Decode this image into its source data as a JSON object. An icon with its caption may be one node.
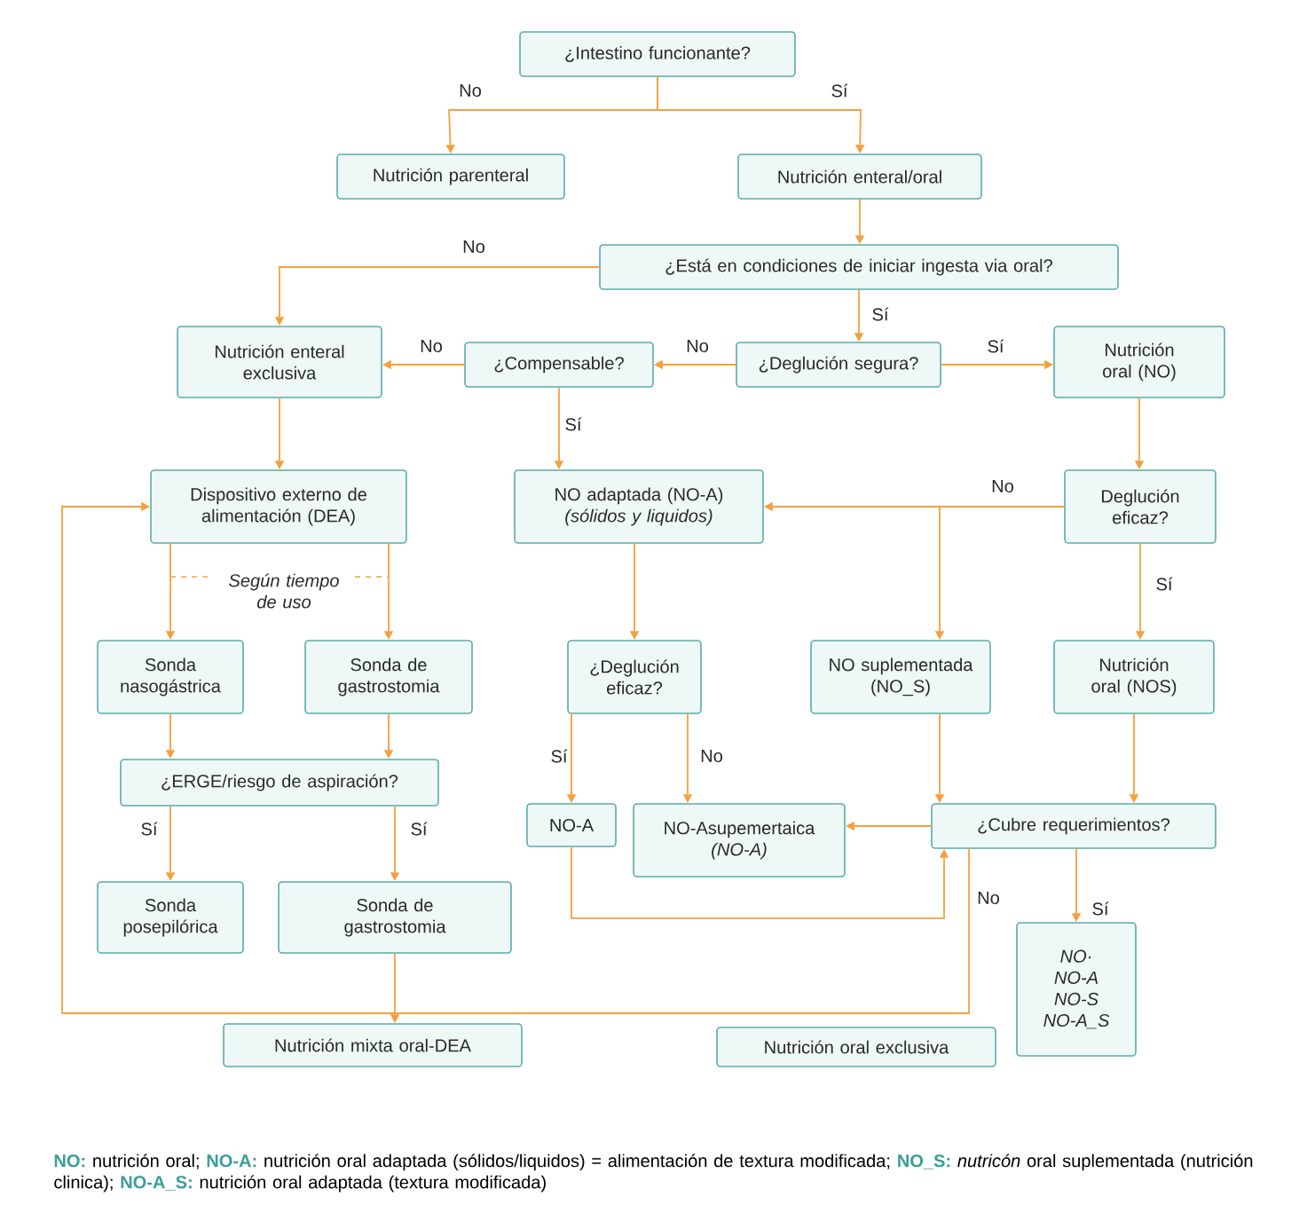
{
  "diagram": {
    "nodes": [
      {
        "text": [
          "¿Intestino funcionante?"
        ]
      },
      {
        "text": [
          "Nutrición parenteral"
        ]
      },
      {
        "text": [
          "Nutrición enteral/oral"
        ]
      },
      {
        "text": [
          "¿Está en condiciones de iniciar ingesta via oral?"
        ]
      },
      {
        "text": [
          "Nutrición enteral exclusiva"
        ]
      },
      {
        "text": [
          "¿Compensable?"
        ]
      },
      {
        "text": [
          "¿Deglución segura?"
        ]
      },
      {
        "text": [
          "Nutrición oral (NO)"
        ]
      },
      {
        "text": [
          "Dispositivo externo de alimentación (DEA)"
        ]
      },
      {
        "text": [
          "NO adaptada (NO-A)",
          "(sólidos y liquidos)"
        ]
      },
      {
        "text": [
          "Deglución eficaz?"
        ]
      },
      {
        "text": [
          "Sonda nasogástrica"
        ]
      },
      {
        "text": [
          "Sonda de gastrostomia"
        ]
      },
      {
        "text": [
          "¿Deglución eficaz?"
        ]
      },
      {
        "text": [
          "NO suplementada (NO_S)"
        ]
      },
      {
        "text": [
          "Nutrición oral (NOS)"
        ]
      },
      {
        "text": [
          "¿ERGE/riesgo de aspiración?"
        ]
      },
      {
        "text": [
          "NO-A"
        ]
      },
      {
        "text": [
          "NO-Asupemertaica *(NO-A)*"
        ]
      },
      {
        "text": [
          "¿Cubre requerimientos?"
        ]
      },
      {
        "text": [
          "Sonda posepilórica"
        ]
      },
      {
        "text": [
          "Sonda de gastrostomia"
        ]
      },
      {
        "text": [
          "Nutrición mixta oral-DEA"
        ]
      },
      {
        "text": [
          "Nutrición oral exclusiva"
        ]
      },
      {
        "text": [
          "NO·",
          "NO-A",
          "NO-S",
          "NO-A_S"
        ]
      }
    ],
    "edges": [
      {
        "from": 0,
        "to": 1,
        "arrow": "to",
        "label": "No"
      },
      {
        "from": 0,
        "to": 2,
        "arrow": "to",
        "label": "Sí"
      },
      {
        "from": 2,
        "to": 3,
        "arrow": "to"
      },
      {
        "from": 3,
        "to": 4,
        "arrow": "to",
        "label": "No"
      },
      {
        "from": 3,
        "to": 6,
        "arrow": "to",
        "label": "Sí"
      },
      {
        "from": 6,
        "to": 5,
        "arrow": "to",
        "label": "No"
      },
      {
        "from": 6,
        "to": 7,
        "arrow": "to",
        "label": "Sí"
      },
      {
        "from": 5,
        "to": 4,
        "arrow": "to",
        "label": "No"
      },
      {
        "from": 5,
        "to": 9,
        "arrow": "to",
        "label": "Sí"
      },
      {
        "from": 4,
        "to": 8,
        "arrow": "to"
      },
      {
        "from": 7,
        "to": 10,
        "arrow": "to"
      },
      {
        "from": 10,
        "to": 9,
        "arrow": "to",
        "label": "No"
      },
      {
        "from": 10,
        "to": 14,
        "arrow": "to"
      },
      {
        "from": 10,
        "to": 15,
        "arrow": "to",
        "label": "Sí"
      },
      {
        "from": 8,
        "to": 11,
        "arrow": "to"
      },
      {
        "from": 8,
        "to": 12,
        "arrow": "to"
      },
      {
        "from": 11,
        "to": 16,
        "arrow": "to"
      },
      {
        "from": 12,
        "to": 16,
        "arrow": "to"
      },
      {
        "from": 16,
        "to": 20,
        "arrow": "to",
        "label": "Sí"
      },
      {
        "from": 16,
        "to": 21,
        "arrow": "to",
        "label": "Sí"
      },
      {
        "from": 21,
        "to": 22,
        "arrow": "to"
      },
      {
        "from": 9,
        "to": 13,
        "arrow": "to"
      },
      {
        "from": 13,
        "to": 17,
        "arrow": "to",
        "label": "Sí"
      },
      {
        "from": 13,
        "to": 18,
        "arrow": "to",
        "label": "No"
      },
      {
        "from": 14,
        "to": 19,
        "arrow": "to"
      },
      {
        "from": 15,
        "to": 19,
        "arrow": "to"
      },
      {
        "from": 17,
        "to": 19,
        "arrow": "to"
      },
      {
        "from": 19,
        "to": 18,
        "arrow": "to"
      },
      {
        "from": 19,
        "to": 24,
        "arrow": "to",
        "label": "Sí"
      },
      {
        "from": 19,
        "to": 8,
        "arrow": "to",
        "label": "No"
      }
    ],
    "labels": [
      "Según tiempo de uso",
      "**NO:** nutrición oral; **NO-A:** nutrición oral adaptada (sólidos/liquidos) = alimentación de textura modificada; **NO_S:** *nutricón* oral suplementada (nutrición clinica); **NO-A_S:** nutrición oral adaptada (textura modificada)"
    ]
  }
}
